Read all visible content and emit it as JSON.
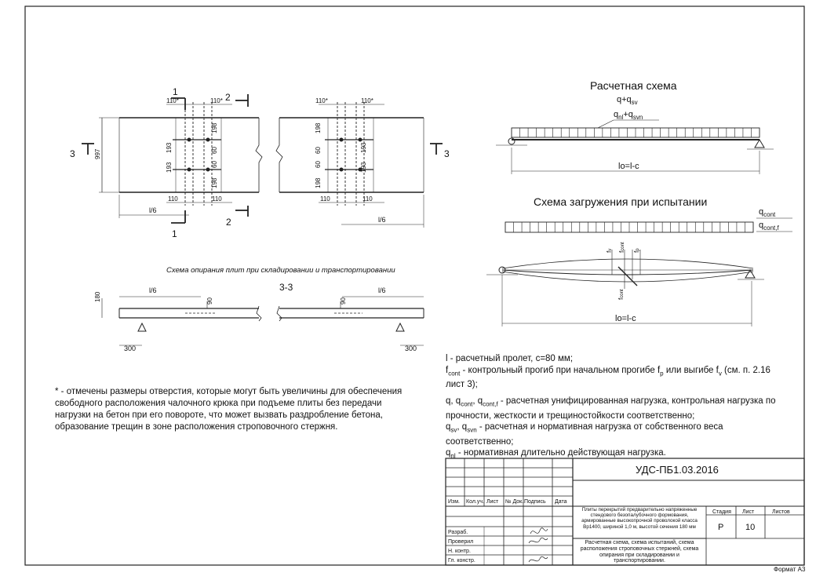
{
  "left_drawing": {
    "sections": [
      "1",
      "2",
      "3"
    ],
    "dims_top": [
      "110*",
      "110*"
    ],
    "dims_vert_left": [
      "997"
    ],
    "dims_mid": [
      "198",
      "193",
      "60",
      "60",
      "193",
      "198"
    ],
    "dims_bottom": [
      "110",
      "110"
    ],
    "span_label": "l/6",
    "caption": "Схема опирания плит при складировании и транспортировании",
    "section_33": "3-3",
    "dims_33": [
      "180",
      "l/6",
      "90",
      "300"
    ]
  },
  "right_drawing": {
    "title1": "Расчетная схема",
    "load1": "q+q",
    "load1_sub": "sv",
    "load2": "q",
    "load2_sub": "nl",
    "load2_plus": "+q",
    "load2_sub2": "svn",
    "span1": "lo=l-c",
    "title2": "Схема загружения при испытании",
    "qcont": "q",
    "qcont_sub": "cont",
    "qcontf_sub": "cont,f",
    "defl": [
      "f",
      "f",
      "f",
      "f"
    ],
    "defl_sub": [
      "v",
      "cont",
      "p",
      "cont"
    ],
    "span2": "lo=l-c"
  },
  "note": "* - отмечены размеры отверстия, которые могут быть увеличины для обеспечения свободного расположения чалочного  крюка при подъеме плиты без передачи нагрузки на бетон при его повороте, что может вызвать раздробление бетона, образование трещин в зоне расположения строповочного стержня.",
  "legend": {
    "l1": "l - расчетный пролет, c=80 мм;",
    "l2a": "f",
    "l2a_sub": "cont",
    "l2b": " - контрольный прогиб при начальном прогибе f",
    "l2b_sub": "p",
    "l2c": " или выгибе f",
    "l2c_sub": "v",
    "l2d": " (см. п. 2.16 лист 3);",
    "l3a": "q, q",
    "l3a_sub": "cont",
    "l3b": ", q",
    "l3b_sub": "cont,f",
    "l3c": " - расчетная унифицированная нагрузка, контрольная нагрузка по прочности, жесткости и трещиностойкости соответственно;",
    "l4a": "q",
    "l4a_sub": "sv",
    "l4b": ", q",
    "l4b_sub": "svn",
    "l4c": " - расчетная и нормативная нагрузка от собственного веса соответственно;",
    "l5a": "q",
    "l5a_sub": "nl",
    "l5b": " - нормативная длительно действующая нагрузка."
  },
  "title_block": {
    "code": "УДС-ПБ1.03.2016",
    "headers": [
      "Изм.",
      "Кол.уч.",
      "Лист",
      "№ Док.",
      "Подпись",
      "Дата"
    ],
    "roles": [
      "Разраб.",
      "Проверил",
      "Н. контр.",
      "Гл. констр."
    ],
    "description": "Плиты перекрытий предварительно напряженные стендового безопалубочного формования, армированные высокопрочной проволокой класса Вр1400, шириной 1,0 м, высотой сечения 180 мм",
    "sheet_title": "Расчетная схема, схема испытаний, схема расположения строповочных стержней, схема опирания при складировании и транспортировании.",
    "stage_label": "Стадия",
    "sheet_label": "Лист",
    "sheets_label": "Листов",
    "stage": "Р",
    "sheet": "10",
    "sheets": "",
    "format": "Формат А3"
  }
}
